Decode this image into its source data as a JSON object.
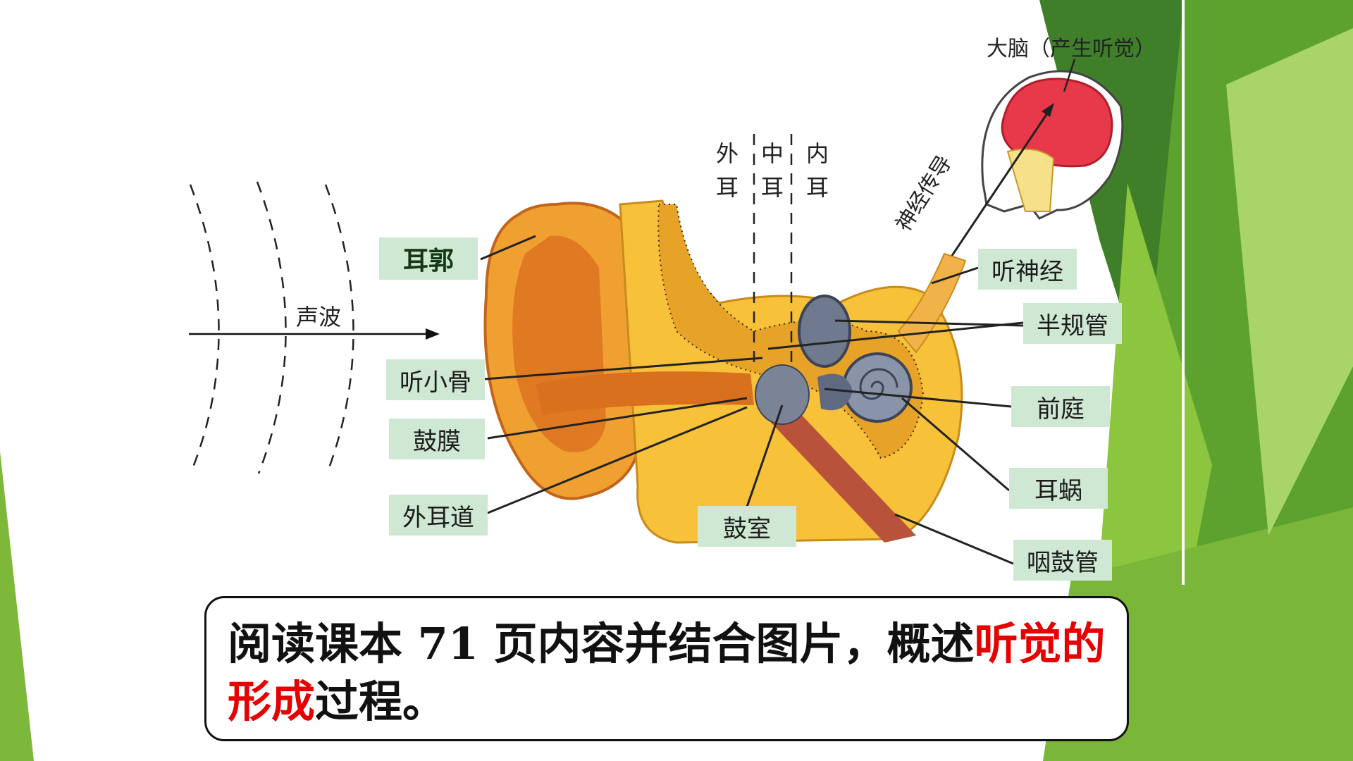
{
  "colors": {
    "green_dark": "#2f6f23",
    "green_mid": "#5da22e",
    "green_light": "#8cc63f",
    "label_bg": "#cfe8d4",
    "highlight": "#e60000"
  },
  "diagram": {
    "labels": {
      "pinna": "耳郭",
      "ossicles": "听小骨",
      "eardrum": "鼓膜",
      "ear_canal": "外耳道",
      "tympanic_cavity": "鼓室",
      "auditory_nerve": "听神经",
      "semicircular_canals": "半规管",
      "vestibule": "前庭",
      "cochlea": "耳蜗",
      "eustachian_tube": "咽鼓管"
    },
    "sound_wave": "声波",
    "brain": "大脑（产生听觉）",
    "nerve_conduction": "神经传导",
    "zones": {
      "outer": "外耳",
      "middle": "中耳",
      "inner": "内耳"
    }
  },
  "caption": {
    "part1": "阅读课本 71 页内容并结合图片，概述",
    "highlight": "听觉的形成",
    "part2": "过程。"
  }
}
